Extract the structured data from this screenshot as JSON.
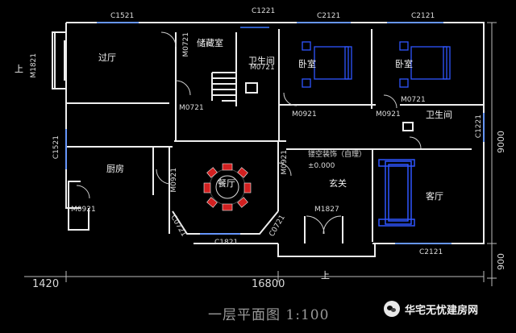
{
  "rooms": {
    "guoting": "过厅",
    "chucangshi": "储藏室",
    "weishengjian": "卫生间",
    "woshi": "卧室",
    "chufang": "厨房",
    "canting": "餐厅",
    "xuanguan": "玄关",
    "keting": "客厅",
    "louk": "镂空装饰（自理）"
  },
  "codes": {
    "c1521_top": "C1521",
    "c1221_top": "C1221",
    "c2121_a": "C2121",
    "c2121_b": "C2121",
    "m1821": "M1821",
    "m0721_a": "M0721",
    "m0721_b": "M0721",
    "m0721_c": "M0721",
    "m0721_d": "M0721",
    "m0921_a": "M0921",
    "m0921_b": "M0921",
    "m0921_c": "M0921",
    "m0921_d": "M0921",
    "m0921_e": "M0921",
    "c1521_left": "C1521",
    "c1221_right": "C1221",
    "c0721_a": "C0721",
    "c0721_b": "C0721",
    "c1821": "C1821",
    "m1827": "M1827",
    "c2121_bottom": "C2121",
    "elev": "±0.000"
  },
  "entries": {
    "up_left": "上",
    "up_bottom": "上"
  },
  "dims": {
    "d9000": "9000",
    "d900": "900",
    "d1420": "1420",
    "d16800": "16800"
  },
  "title": "一层平面图  1:100",
  "watermark": "华宅无忧建房网"
}
